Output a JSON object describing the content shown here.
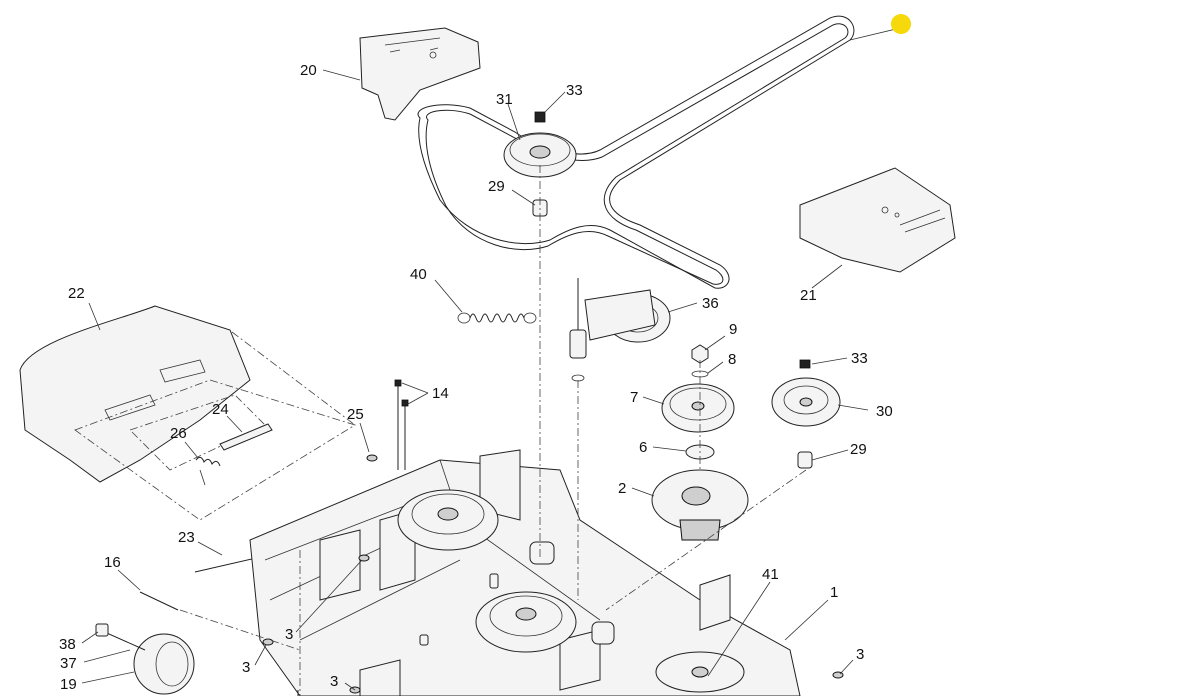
{
  "callouts": [
    {
      "id": "c1",
      "label": "1"
    },
    {
      "id": "c2",
      "label": "2"
    },
    {
      "id": "c3a",
      "label": "3"
    },
    {
      "id": "c3b",
      "label": "3"
    },
    {
      "id": "c3c",
      "label": "3"
    },
    {
      "id": "c3d",
      "label": "3"
    },
    {
      "id": "c6",
      "label": "6"
    },
    {
      "id": "c7",
      "label": "7"
    },
    {
      "id": "c8",
      "label": "8"
    },
    {
      "id": "c9",
      "label": "9"
    },
    {
      "id": "c14",
      "label": "14"
    },
    {
      "id": "c16",
      "label": "16"
    },
    {
      "id": "c19",
      "label": "19"
    },
    {
      "id": "c20",
      "label": "20"
    },
    {
      "id": "c21",
      "label": "21"
    },
    {
      "id": "c22",
      "label": "22"
    },
    {
      "id": "c23",
      "label": "23"
    },
    {
      "id": "c24",
      "label": "24"
    },
    {
      "id": "c25",
      "label": "25"
    },
    {
      "id": "c26",
      "label": "26"
    },
    {
      "id": "c29a",
      "label": "29"
    },
    {
      "id": "c29b",
      "label": "29"
    },
    {
      "id": "c30",
      "label": "30"
    },
    {
      "id": "c31",
      "label": "31"
    },
    {
      "id": "c33a",
      "label": "33"
    },
    {
      "id": "c33b",
      "label": "33"
    },
    {
      "id": "c36",
      "label": "36"
    },
    {
      "id": "c37",
      "label": "37"
    },
    {
      "id": "c38",
      "label": "38"
    },
    {
      "id": "c40",
      "label": "40"
    },
    {
      "id": "c41",
      "label": "41"
    }
  ],
  "highlight_color": "#f5d90a"
}
